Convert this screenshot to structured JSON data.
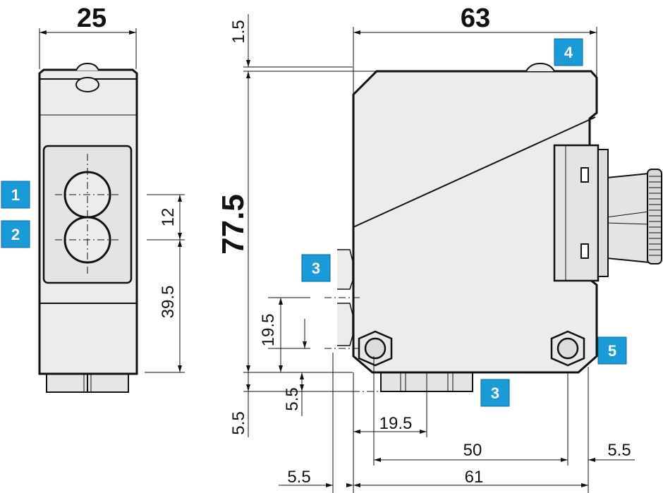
{
  "front_view": {
    "width_label": "25",
    "dim_12": "12",
    "dim_39_5": "39.5"
  },
  "side_view": {
    "width_label": "63",
    "height_label": "77.5",
    "dim_1_5": "1.5",
    "dim_19_5_vertical": "19.5",
    "dim_5_5_vertical": "5.5",
    "dim_5_5_left": "5.5",
    "dim_19_5_horizontal": "19.5",
    "dim_50": "50",
    "dim_61": "61",
    "dim_5_5_bottom": "5.5",
    "dim_5_5_right": "5.5"
  },
  "badges": {
    "b1": "1",
    "b2": "2",
    "b3a": "3",
    "b3b": "3",
    "b4": "4",
    "b5": "5"
  },
  "colors": {
    "badge": "#1a9ad6",
    "housing": "#ececec",
    "line": "#111111"
  }
}
